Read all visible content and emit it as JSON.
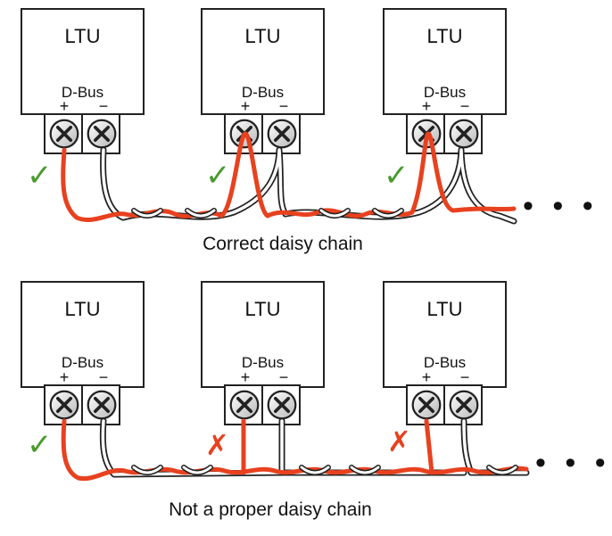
{
  "colors": {
    "red_wire": "#e8411f",
    "check": "#4a9a2e",
    "cross": "#e8411f",
    "white_wire": "#ffffff",
    "outline": "#222222"
  },
  "top": {
    "units": [
      {
        "title": "LTU",
        "bus": "D-Bus",
        "plus": "+",
        "minus": "−",
        "mark": "✓",
        "mark_icon": "check-icon"
      },
      {
        "title": "LTU",
        "bus": "D-Bus",
        "plus": "+",
        "minus": "−",
        "mark": "✓",
        "mark_icon": "check-icon"
      },
      {
        "title": "LTU",
        "bus": "D-Bus",
        "plus": "+",
        "minus": "−",
        "mark": "✓",
        "mark_icon": "check-icon"
      }
    ],
    "caption": "Correct daisy chain",
    "continuation": "• • •"
  },
  "bottom": {
    "units": [
      {
        "title": "LTU",
        "bus": "D-Bus",
        "plus": "+",
        "minus": "−",
        "mark": "✓",
        "mark_icon": "check-icon"
      },
      {
        "title": "LTU",
        "bus": "D-Bus",
        "plus": "+",
        "minus": "−",
        "mark": "✗",
        "mark_icon": "cross-icon"
      },
      {
        "title": "LTU",
        "bus": "D-Bus",
        "plus": "+",
        "minus": "−",
        "mark": "✗",
        "mark_icon": "cross-icon"
      }
    ],
    "caption": "Not a proper daisy chain",
    "continuation": "• • •"
  }
}
